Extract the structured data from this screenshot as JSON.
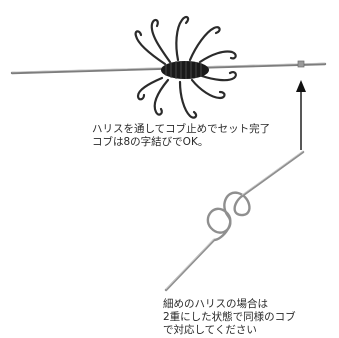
{
  "captions": {
    "top_line1": "ハリスを通してコブ止めでセット完了",
    "top_line2": "コブは8の字結びでOK。",
    "bottom_line1": "細めのハリスの場合は",
    "bottom_line2": "2重にした状態で同様のコブ",
    "bottom_line3": "で対応してください"
  },
  "colors": {
    "line": "#9a9a9a",
    "hook": "#2b2b2b",
    "wrap": "#1a1a1a",
    "knot_line": "#8f8f8f",
    "arrow": "#111111",
    "text": "#2a2a2a"
  }
}
